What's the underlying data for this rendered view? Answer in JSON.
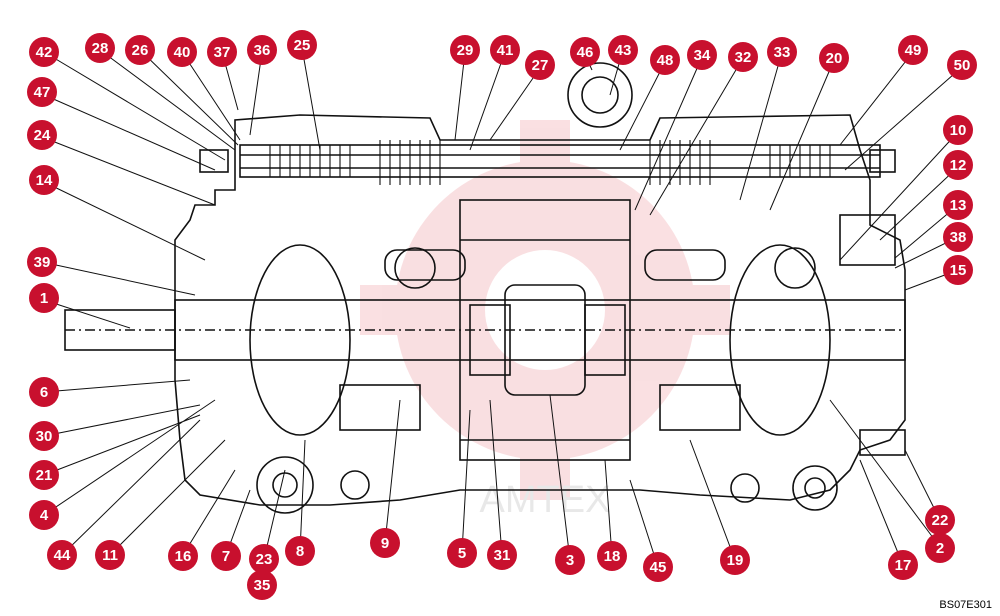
{
  "figure": {
    "reference_code": "BS07E301",
    "watermark_text": "AMTEX",
    "callout_color": "#c8102e",
    "callouts": [
      "42",
      "28",
      "26",
      "40",
      "37",
      "36",
      "25",
      "29",
      "41",
      "27",
      "46",
      "43",
      "48",
      "34",
      "32",
      "33",
      "20",
      "49",
      "50",
      "47",
      "24",
      "10",
      "12",
      "14",
      "13",
      "38",
      "39",
      "15",
      "1",
      "6",
      "30",
      "21",
      "4",
      "22",
      "2",
      "44",
      "11",
      "16",
      "7",
      "23",
      "35",
      "8",
      "9",
      "5",
      "31",
      "3",
      "18",
      "45",
      "19",
      "17"
    ]
  }
}
